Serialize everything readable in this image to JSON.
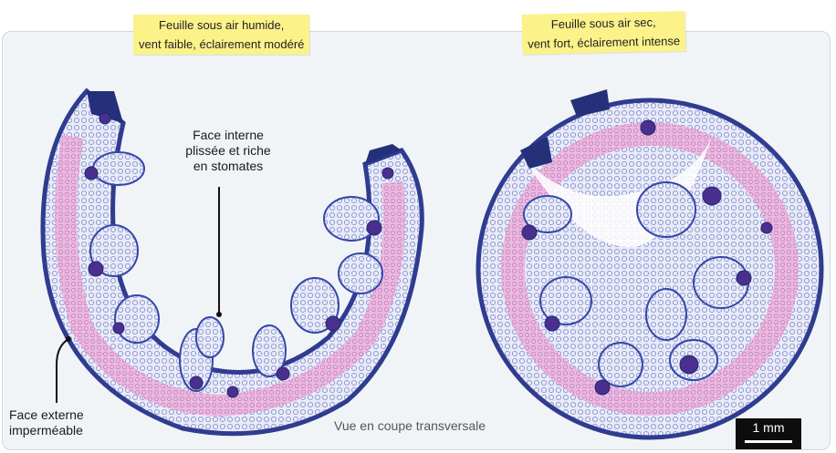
{
  "captions": {
    "left": {
      "line1": "Feuille sous air humide,",
      "line2": "vent faible, éclairement modéré"
    },
    "right": {
      "line1": "Feuille sous air sec,",
      "line2": "vent fort, éclairement intense"
    }
  },
  "labels": {
    "inner_face": {
      "line1": "Face interne",
      "line2": "plissée et riche",
      "line3": "en stomates"
    },
    "outer_face": {
      "line1": "Face externe",
      "line2": "imperméable"
    },
    "view": "Vue en coupe transversale"
  },
  "scale_bar": {
    "label": "1 mm"
  },
  "colors": {
    "tissue_blue": "#3d4fa8",
    "tissue_pink": "#e6a9d6",
    "background": "#f0f4f7",
    "caption_bg": "#fbf28a"
  }
}
